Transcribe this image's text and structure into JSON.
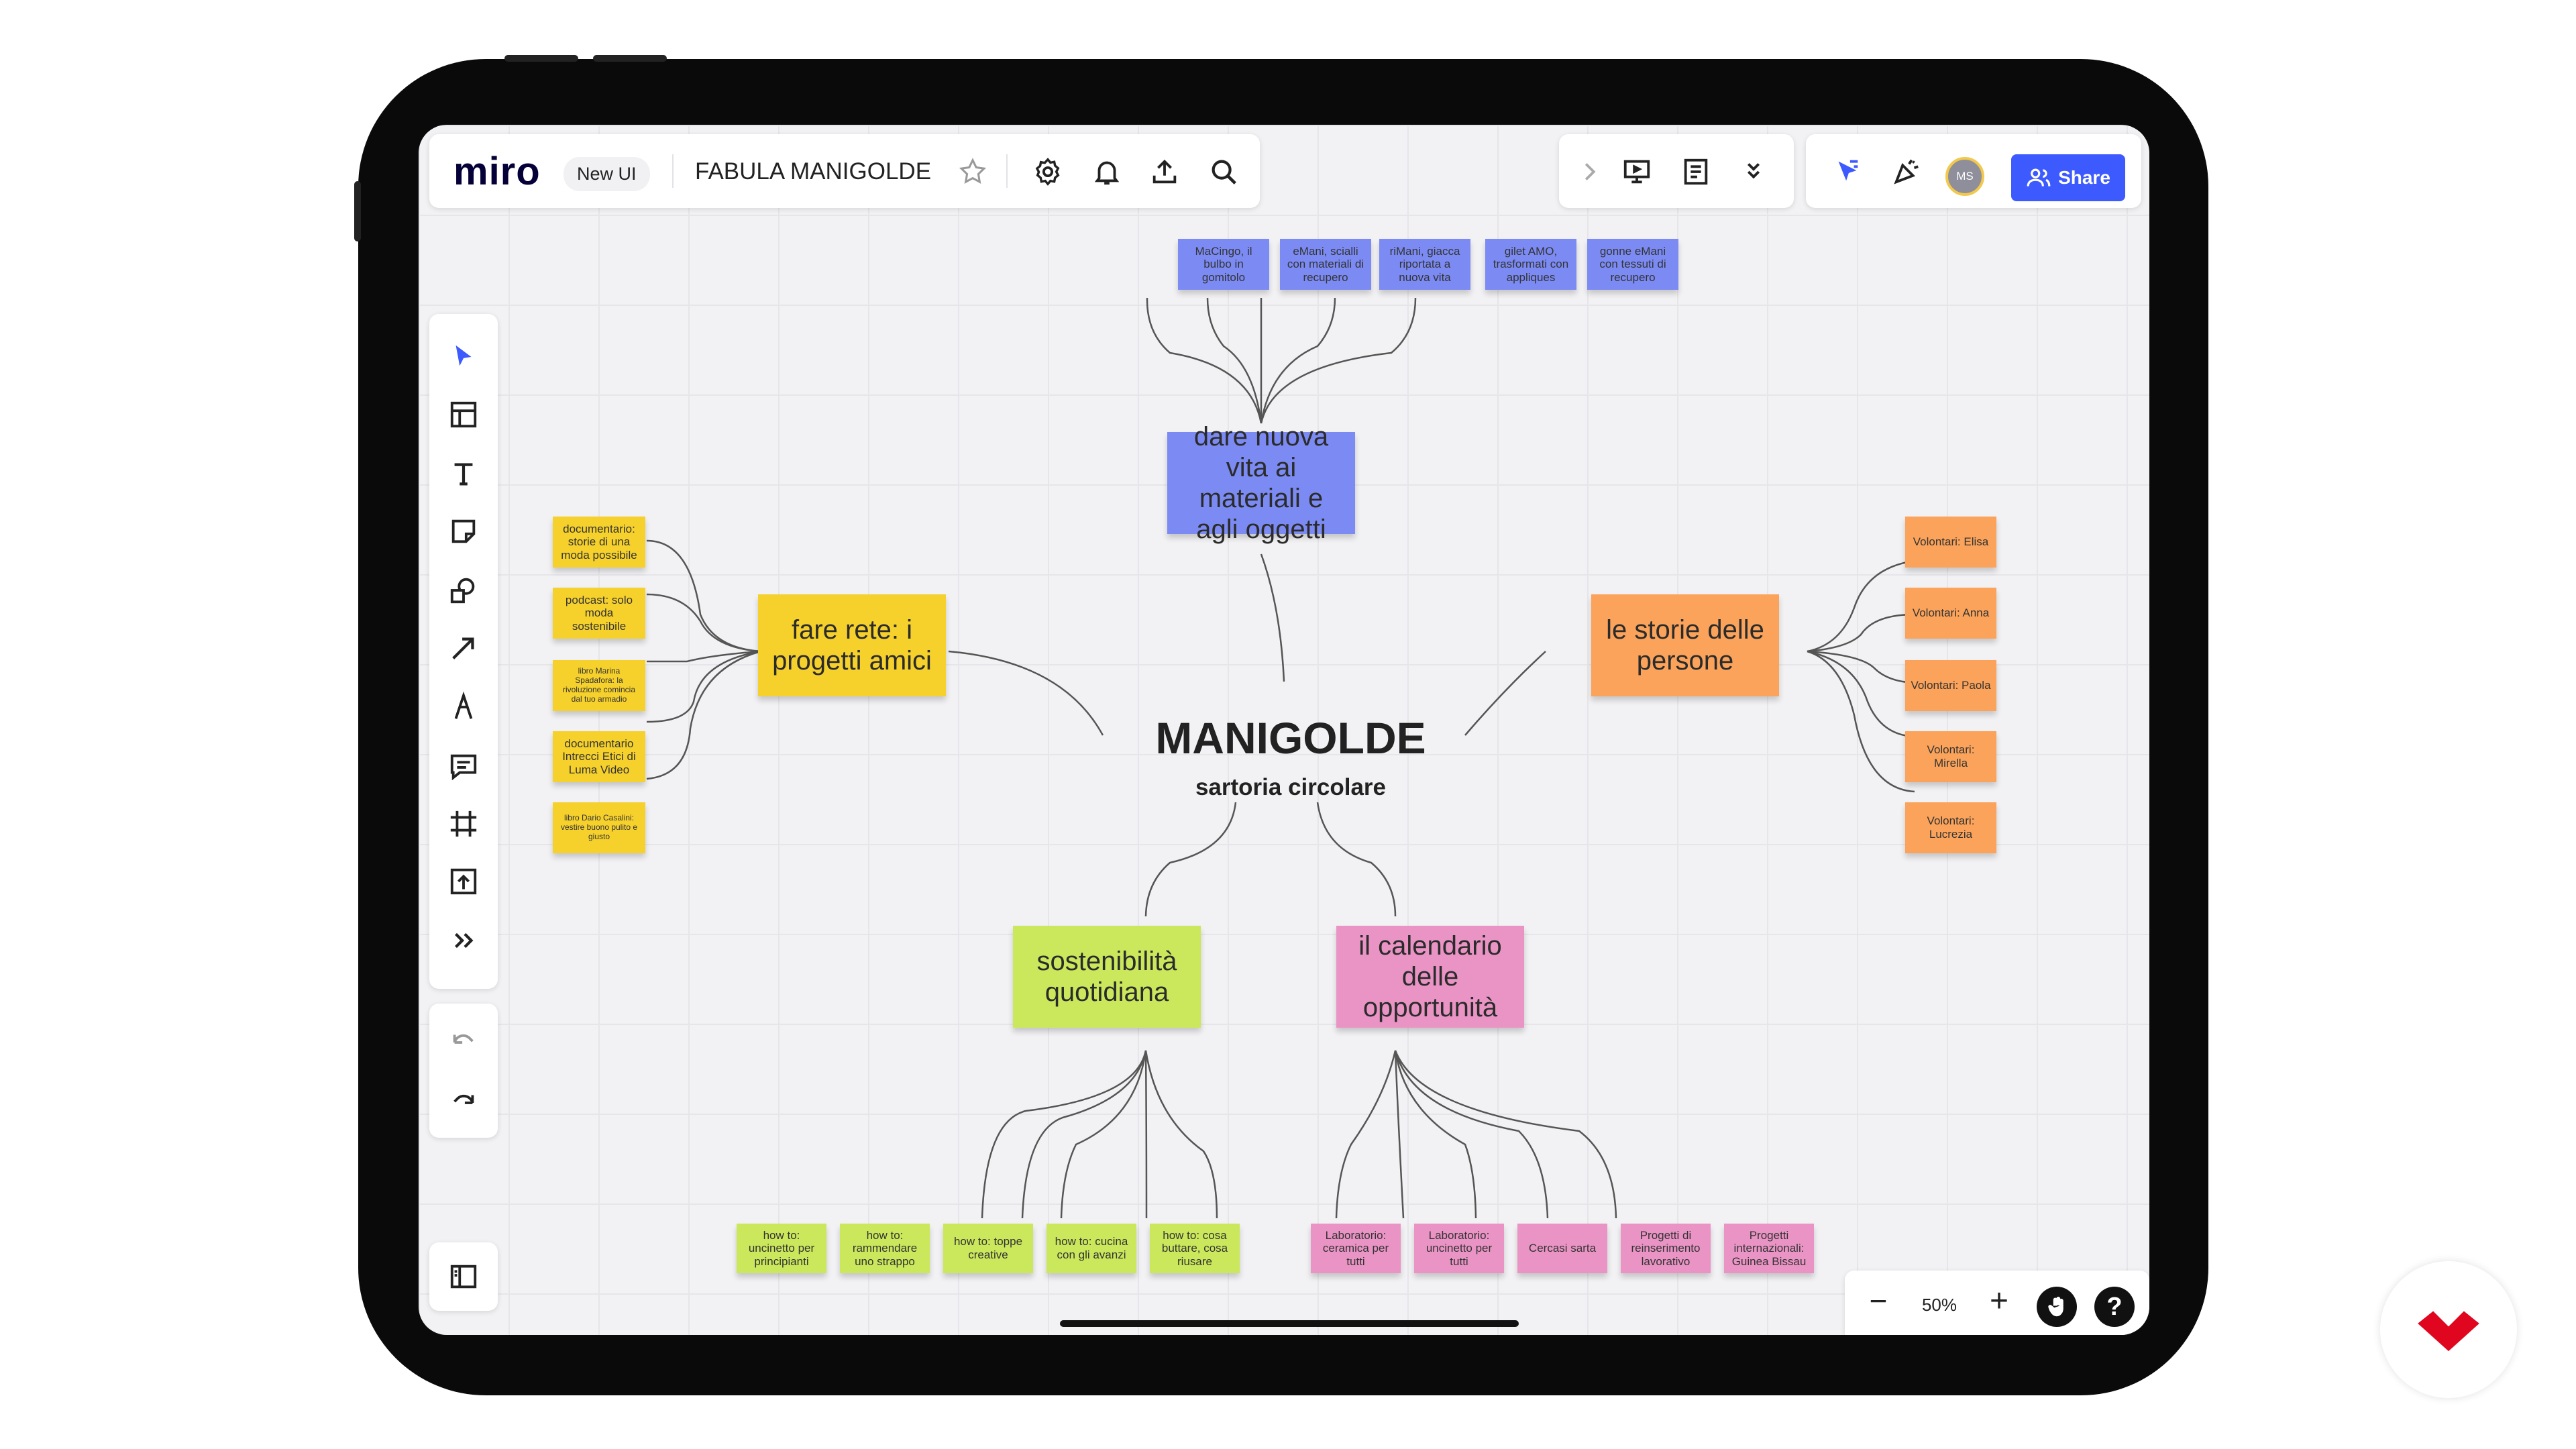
{
  "app": {
    "logo": "miro",
    "badge": "New UI",
    "board_title": "FABULA MANIGOLDE"
  },
  "topbar": {
    "left_icons": [
      "star-icon",
      "settings-icon",
      "bell-icon",
      "upload-icon",
      "search-icon"
    ],
    "right_icons": [
      "chevron-right-icon",
      "present-icon",
      "notes-icon",
      "chevrons-down-icon"
    ],
    "collab_icons": [
      "cursor-icon",
      "celebrate-icon"
    ],
    "avatar_initials": "MS",
    "share_label": "Share"
  },
  "zoom": {
    "minus": "−",
    "value": "50%",
    "plus": "+",
    "help": "?"
  },
  "board": {
    "center_title": "MANIGOLDE",
    "center_subtitle": "sartoria circolare",
    "topics": {
      "top": "dare nuova vita ai materiali e agli oggetti",
      "left": "fare rete: i progetti amici",
      "right": "le storie delle persone",
      "bottom_left": "sostenibilità quotidiana",
      "bottom_right": "il calendario delle opportunità"
    },
    "top_notes": [
      "MaCingo, il bulbo in gomitolo",
      "eMani, scialli con materiali di recupero",
      "riMani, giacca riportata a nuova vita",
      "gilet AMO, trasformati con appliques",
      "gonne eMani con tessuti di recupero"
    ],
    "left_notes": [
      "documentario: storie di una moda possibile",
      "podcast: solo moda sostenibile",
      "libro Marina Spadafora: la rivoluzione comincia dal tuo armadio",
      "documentario Intrecci Etici di Luma Video",
      "libro Dario Casalini: vestire buono pulito e giusto"
    ],
    "right_notes": [
      "Volontari: Elisa",
      "Volontari: Anna",
      "Volontari: Paola",
      "Volontari: Mirella",
      "Volontari: Lucrezia"
    ],
    "bottom_left_notes": [
      "how to: uncinetto per principianti",
      "how to: rammendare uno strappo",
      "how to: toppe creative",
      "how to: cucina con gli avanzi",
      "how to: cosa buttare, cosa riusare"
    ],
    "bottom_right_notes": [
      "Laboratorio: ceramica per tutti",
      "Laboratorio: uncinetto per tutti",
      "Cercasi sarta",
      "Progetti di reinserimento lavorativo",
      "Progetti internazionali: Guinea Bissau"
    ]
  },
  "colors": {
    "share_button": "#3d5afe",
    "blue_note": "#7c8bf3",
    "yellow_note": "#f6d12c",
    "orange_note": "#fba35a",
    "lime_note": "#cbe85c",
    "pink_note": "#ea94c5",
    "brand_mark": "#e0061f"
  }
}
